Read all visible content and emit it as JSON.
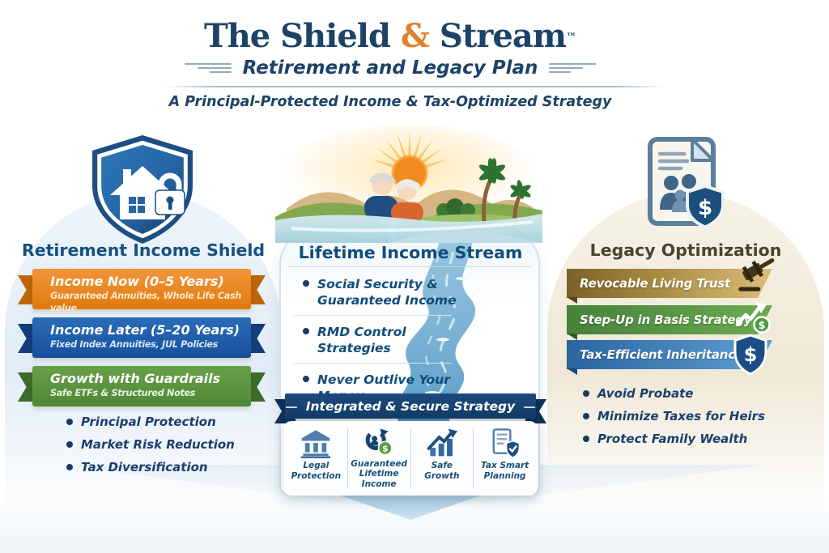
{
  "glyphs": {
    "dollar": "$",
    "check": "✓"
  },
  "palette": {
    "navy": "#1c4267",
    "accent_orange": "#e0812c",
    "ribbon_orange": "#e8851e",
    "ribbon_blue": "#1f5ca9",
    "ribbon_green": "#5d9641",
    "banner_gold": "#a8803c",
    "banner_green": "#5a9440",
    "banner_blue": "#3d7ab3"
  },
  "header": {
    "title_leading": "The Shield ",
    "title_amp": "&",
    "title_trailing": " Stream",
    "title_tm": "™",
    "subtitle": "Retirement and Legacy Plan",
    "tagline": "A Principal-Protected Income & Tax-Optimized Strategy"
  },
  "left": {
    "heading": "Retirement Income Shield",
    "icon": "shield-house-lock-icon",
    "ribbons": [
      {
        "title": "Income Now (0–5 Years)",
        "subtitle": "Guaranteed Annuities, Whole Life Cash value"
      },
      {
        "title": "Income Later (5–20 Years)",
        "subtitle": "Fixed Index Annuities, JUL Policies"
      },
      {
        "title": "Growth with Guardrails",
        "subtitle": "Safe ETFs & Structured Notes"
      }
    ],
    "bullets": [
      "Principal Protection",
      "Market Risk Reduction",
      "Tax Diversification"
    ]
  },
  "middle": {
    "heading": "Lifetime Income Stream",
    "scene": "retired-couple-sunset-river-scene",
    "bullets": [
      "Social Security & Guaranteed Income",
      "RMD Control Strategies",
      "Never Outlive Your Money"
    ],
    "ribbon": {
      "label": "Integrated & Secure Strategy",
      "dash": "—"
    },
    "features": [
      {
        "label": "Legal Protection",
        "icon": "bank-columns-icon"
      },
      {
        "label": "Guaranteed Lifetime Income",
        "icon": "cycle-dollar-icon"
      },
      {
        "label": "Safe Growth",
        "icon": "growth-arrow-icon"
      },
      {
        "label": "Tax Smart Planning",
        "icon": "document-shield-check-icon"
      }
    ]
  },
  "right": {
    "heading": "Legacy Optimization",
    "icon": "family-document-shield-icon",
    "banners": [
      {
        "label": "Revocable Living Trust",
        "icon": "gavel-icon"
      },
      {
        "label": "Step-Up in Basis Strategy",
        "icon": "growth-dollar-icon"
      },
      {
        "label": "Tax-Efficient Inheritance",
        "icon": "shield-dollar-icon"
      }
    ],
    "bullets": [
      "Avoid Probate",
      "Minimize Taxes for Heirs",
      "Protect Family Wealth"
    ]
  }
}
